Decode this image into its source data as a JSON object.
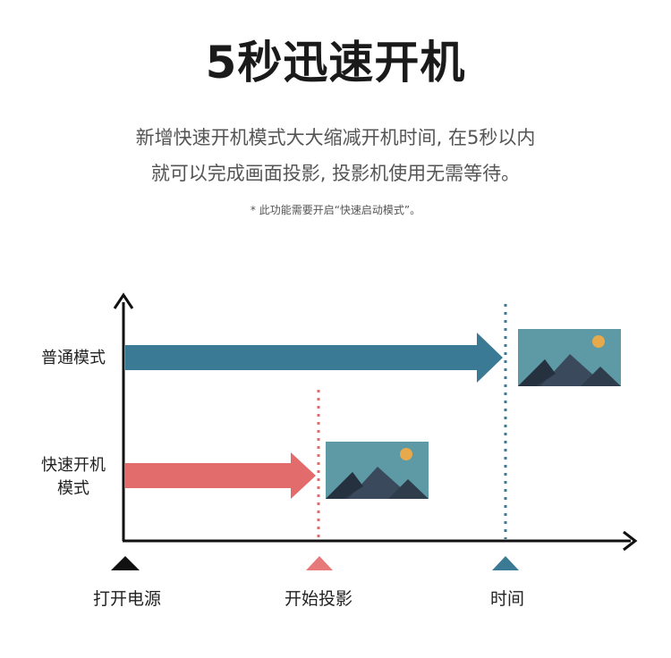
{
  "header": {
    "title": "5秒迅速开机",
    "desc_line1": "新增快速开机模式大大缩减开机时间, 在5秒以内",
    "desc_line2": "就可以完成画面投影, 投影机使用无需等待。",
    "note": "* 此功能需要开启“快速启动模式”。"
  },
  "diagram": {
    "rows": {
      "normal": "普通模式",
      "fast_line1": "快速开机",
      "fast_line2": "模式"
    },
    "markers": {
      "power_on": "打开电源",
      "start_projection": "开始投影",
      "time": "时间"
    },
    "colors": {
      "normal_arrow": "#3b7a94",
      "fast_arrow": "#e26b6b",
      "axis": "#111111",
      "image_bg": "#5d9aa5",
      "mountain_dark": "#2f3c4c",
      "mountain_mid": "#3a4a5c",
      "sun": "#e6a94b"
    },
    "icons": [
      "mountain-image-icon",
      "triangle-marker-icon"
    ]
  }
}
